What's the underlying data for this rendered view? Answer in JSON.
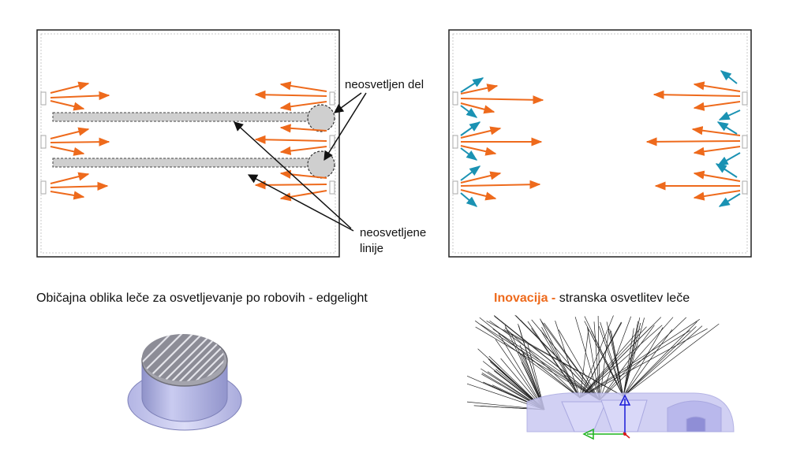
{
  "colors": {
    "arrow_orange": "#ee6a1c",
    "arrow_teal": "#1a92b3",
    "bar_fill": "#cfcfcf",
    "accent": "#ee6a1c",
    "lens_fill": "#b9bbe6",
    "lens_dark": "#8e91c8",
    "ray": "#222222",
    "lens_trans": "#c9c8f2"
  },
  "labels": {
    "unlit_part": "neosvetljen del",
    "unlit_lines": "neosvetljene\nlinije",
    "left_caption": "Običajna oblika leče za osvetljevanje po robovih - edgelight",
    "right_caption_highlight": "Inovacija -",
    "right_caption_rest": " stranska osvetlitev leče"
  },
  "icons": {
    "left_panel": "edgelight-panel-diagram",
    "right_panel": "side-lighting-panel-diagram",
    "left_lens": "edgelight-lens-render",
    "right_lens": "side-lens-raytrace-render",
    "axis_triad": "axis-triad-icon"
  }
}
